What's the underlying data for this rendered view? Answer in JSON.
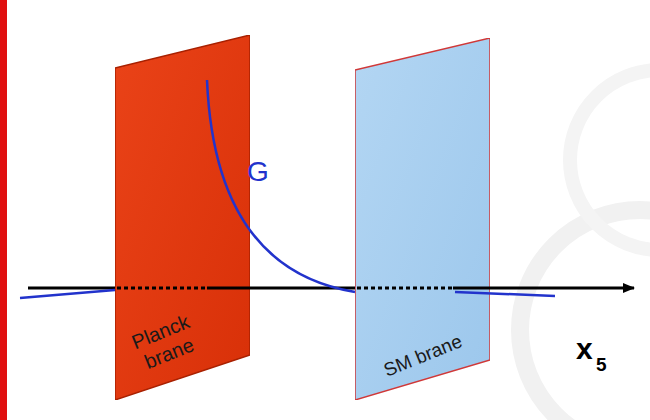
{
  "diagram": {
    "nodes": [
      {
        "text": [
          "Planck brane"
        ]
      },
      {
        "text": [
          "SM brane"
        ]
      }
    ],
    "labels": [
      "G",
      "x",
      "5"
    ]
  }
}
